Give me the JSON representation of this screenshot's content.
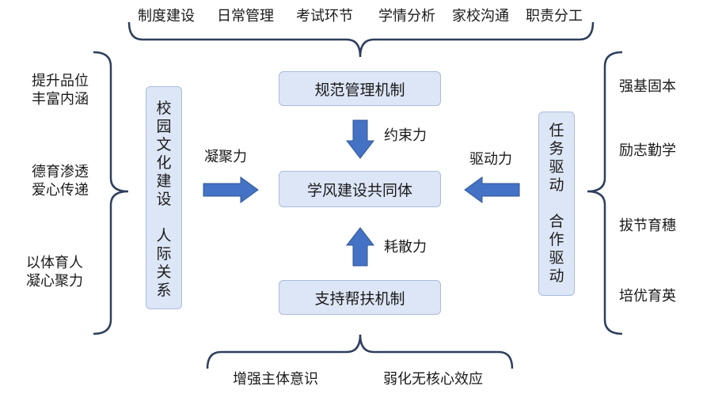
{
  "top_items": [
    "制度建设",
    "日常管理",
    "考试环节",
    "学情分析",
    "家校沟通",
    "职责分工"
  ],
  "bottom_items": [
    "增强主体意识",
    "弱化无核心效应"
  ],
  "left_items": [
    {
      "line1": "提升品位",
      "line2": "丰富内涵"
    },
    {
      "line1": "德育渗透",
      "line2": "爱心传递"
    },
    {
      "line1": "以体育人",
      "line2": "凝心聚力"
    }
  ],
  "right_items": [
    "强基固本",
    "励志勤学",
    "拔节育穗",
    "培优育英"
  ],
  "left_box": {
    "part1": "校园文化建设",
    "part2": "人际关系"
  },
  "right_box": {
    "part1": "任务驱动",
    "part2": "合作驱动"
  },
  "top_box": "规范管理机制",
  "center_box": "学风建设共同体",
  "bottom_box": "支持帮扶机制",
  "arrows": {
    "top": "约束力",
    "bottom": "耗散力",
    "left": "凝聚力",
    "right": "驱动力"
  },
  "colors": {
    "box_fill": "#dde6f6",
    "box_border": "#a9bcdb",
    "arrow": "#4472c4",
    "brace": "#2e3f5c"
  }
}
